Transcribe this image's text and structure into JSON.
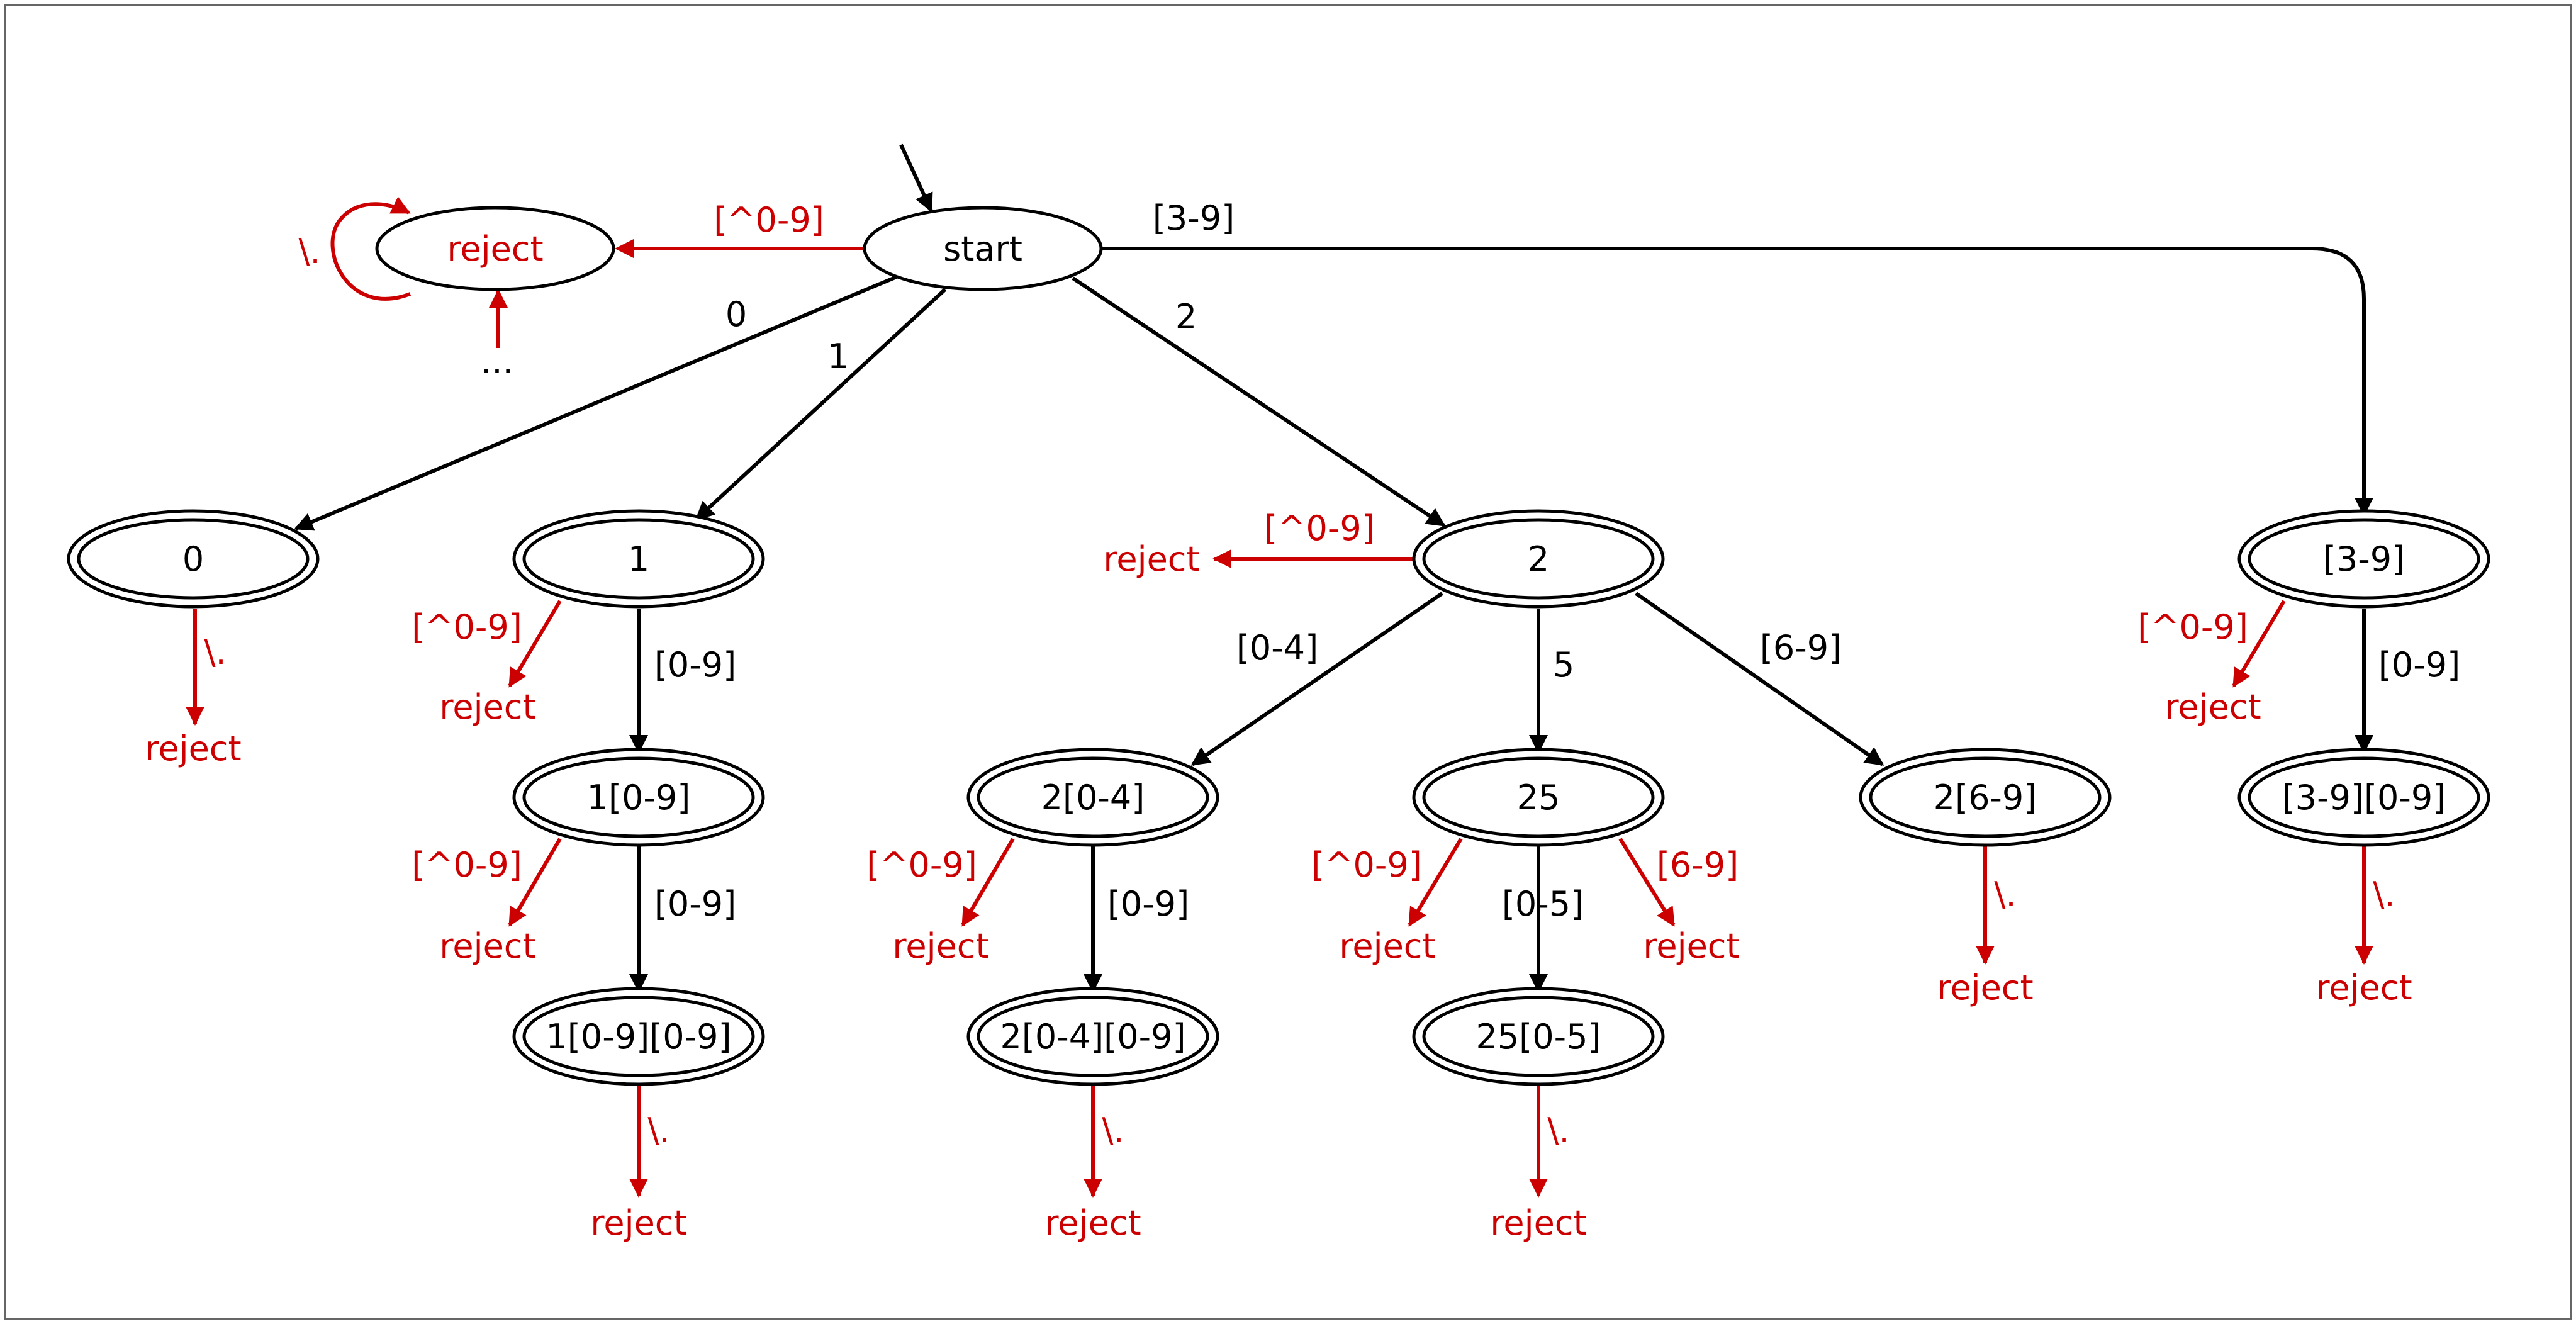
{
  "colors": {
    "normal": "#000000",
    "reject": "#cc0000",
    "background": "#ffffff",
    "frame": "#666666"
  },
  "nodes": [
    {
      "id": "start",
      "label": "start",
      "accepting": false
    },
    {
      "id": "reject_top",
      "label": "reject",
      "accepting": false,
      "reject": true
    },
    {
      "id": "n0",
      "label": "0",
      "accepting": true
    },
    {
      "id": "n1",
      "label": "1",
      "accepting": true
    },
    {
      "id": "n2",
      "label": "2",
      "accepting": true
    },
    {
      "id": "n39",
      "label": "[3-9]",
      "accepting": true
    },
    {
      "id": "n1d",
      "label": "1[0-9]",
      "accepting": true
    },
    {
      "id": "n1dd",
      "label": "1[0-9][0-9]",
      "accepting": true
    },
    {
      "id": "n204",
      "label": "2[0-4]",
      "accepting": true
    },
    {
      "id": "n204d",
      "label": "2[0-4][0-9]",
      "accepting": true
    },
    {
      "id": "n25",
      "label": "25",
      "accepting": true
    },
    {
      "id": "n2505",
      "label": "25[0-5]",
      "accepting": true
    },
    {
      "id": "n269",
      "label": "2[6-9]",
      "accepting": true
    },
    {
      "id": "n39d",
      "label": "[3-9][0-9]",
      "accepting": true
    }
  ],
  "reject_text": "reject",
  "ellipsis": "...",
  "edges": [
    {
      "from": "start",
      "to": "reject_top",
      "label": "[^0-9]",
      "reject": true
    },
    {
      "from": "reject_top",
      "to": "reject_top",
      "label": "\\.",
      "reject": true
    },
    {
      "from": "ellipsis",
      "to": "reject_top",
      "label": "",
      "reject": true
    },
    {
      "from": "start",
      "to": "n0",
      "label": "0",
      "reject": false
    },
    {
      "from": "start",
      "to": "n1",
      "label": "1",
      "reject": false
    },
    {
      "from": "start",
      "to": "n2",
      "label": "2",
      "reject": false
    },
    {
      "from": "start",
      "to": "n39",
      "label": "[3-9]",
      "reject": false
    },
    {
      "from": "n0",
      "to": "reject",
      "label": "\\.",
      "reject": true
    },
    {
      "from": "n1",
      "to": "n1d",
      "label": "[0-9]",
      "reject": false
    },
    {
      "from": "n1",
      "to": "reject",
      "label": "[^0-9]",
      "reject": true
    },
    {
      "from": "n1d",
      "to": "n1dd",
      "label": "[0-9]",
      "reject": false
    },
    {
      "from": "n1d",
      "to": "reject",
      "label": "[^0-9]",
      "reject": true
    },
    {
      "from": "n1dd",
      "to": "reject",
      "label": "\\.",
      "reject": true
    },
    {
      "from": "n2",
      "to": "reject",
      "label": "[^0-9]",
      "reject": true
    },
    {
      "from": "n2",
      "to": "n204",
      "label": "[0-4]",
      "reject": false
    },
    {
      "from": "n2",
      "to": "n25",
      "label": "5",
      "reject": false
    },
    {
      "from": "n2",
      "to": "n269",
      "label": "[6-9]",
      "reject": false
    },
    {
      "from": "n204",
      "to": "n204d",
      "label": "[0-9]",
      "reject": false
    },
    {
      "from": "n204",
      "to": "reject",
      "label": "[^0-9]",
      "reject": true
    },
    {
      "from": "n204d",
      "to": "reject",
      "label": "\\.",
      "reject": true
    },
    {
      "from": "n25",
      "to": "n2505",
      "label": "[0-5]",
      "reject": false
    },
    {
      "from": "n25",
      "to": "reject",
      "label": "[^0-9]",
      "reject": true
    },
    {
      "from": "n25",
      "to": "reject",
      "label": "[6-9]",
      "reject": true
    },
    {
      "from": "n2505",
      "to": "reject",
      "label": "\\.",
      "reject": true
    },
    {
      "from": "n269",
      "to": "reject",
      "label": "\\.",
      "reject": true
    },
    {
      "from": "n39",
      "to": "n39d",
      "label": "[0-9]",
      "reject": false
    },
    {
      "from": "n39",
      "to": "reject",
      "label": "[^0-9]",
      "reject": true
    },
    {
      "from": "n39d",
      "to": "reject",
      "label": "\\.",
      "reject": true
    }
  ]
}
